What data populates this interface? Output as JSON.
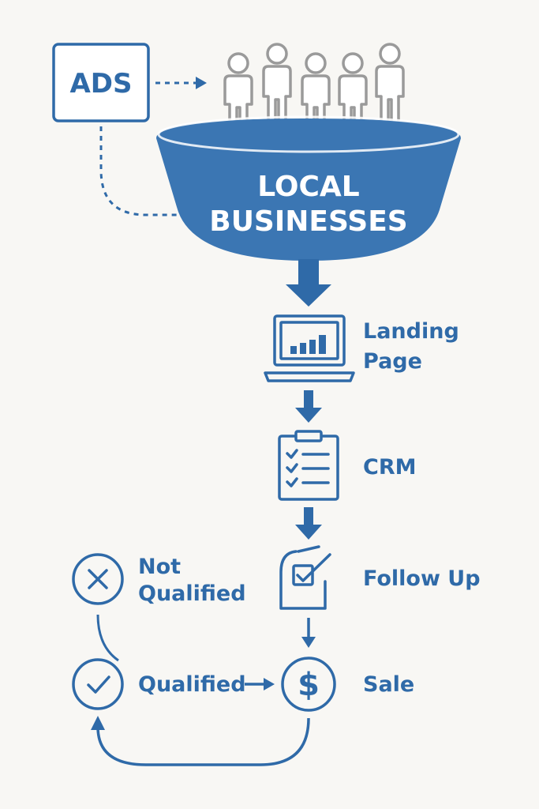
{
  "ads_box": {
    "label": "ADS"
  },
  "funnel": {
    "line1": "LOCAL",
    "line2": "BUSINESSES"
  },
  "steps": {
    "landing_line1": "Landing",
    "landing_line2": "Page",
    "crm": "CRM",
    "follow_up": "Follow Up",
    "sale": "Sale"
  },
  "outcomes": {
    "not_qualified_line1": "Not",
    "not_qualified_line2": "Qualified",
    "qualified": "Qualified"
  },
  "colors": {
    "primary": "#2f6aa8",
    "funnel_fill": "#3b76b3",
    "people": "#9a9a9a",
    "background": "#f8f7f4"
  },
  "icons": [
    "people-group-icon",
    "laptop-chart-icon",
    "clipboard-checklist-icon",
    "edit-check-icon",
    "close-circle-icon",
    "check-circle-icon",
    "dollar-circle-icon"
  ]
}
